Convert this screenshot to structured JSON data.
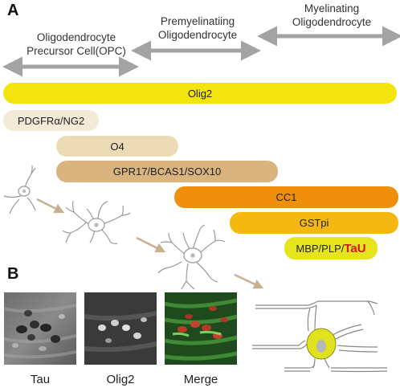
{
  "panels": {
    "a": "A",
    "b": "B"
  },
  "stages": [
    {
      "line1": "Oligodendrocyte",
      "line2": "Precursor Cell(OPC)"
    },
    {
      "line1": "Premyelinatiing",
      "line2": "Oligodendrocyte"
    },
    {
      "line1": "Myelinating",
      "line2": "Oligodendrocyte"
    }
  ],
  "markers": [
    {
      "label": "Olig2",
      "color": "#f2e40c"
    },
    {
      "label": "PDGFRα/NG2",
      "color": "#f3ead7"
    },
    {
      "label": "O4",
      "color": "#ecdcb5"
    },
    {
      "label": "GPR17/BCAS1/SOX10",
      "color": "#d9b47e"
    },
    {
      "label": "CC1",
      "color": "#ef8f0c"
    },
    {
      "label": "GSTpi",
      "color": "#f5b811"
    },
    {
      "label": "MBP/PLP/",
      "highlight": "TaU",
      "color": "#e6e41f"
    }
  ],
  "micrographs": [
    {
      "caption": "Tau"
    },
    {
      "caption": "Olig2"
    },
    {
      "caption": "Merge"
    }
  ],
  "colors": {
    "arrow": "#a3a3a3",
    "progression_arrow": "#c8b08e",
    "soma": "#e2e11e",
    "nucleus": "#b8b8b8"
  }
}
